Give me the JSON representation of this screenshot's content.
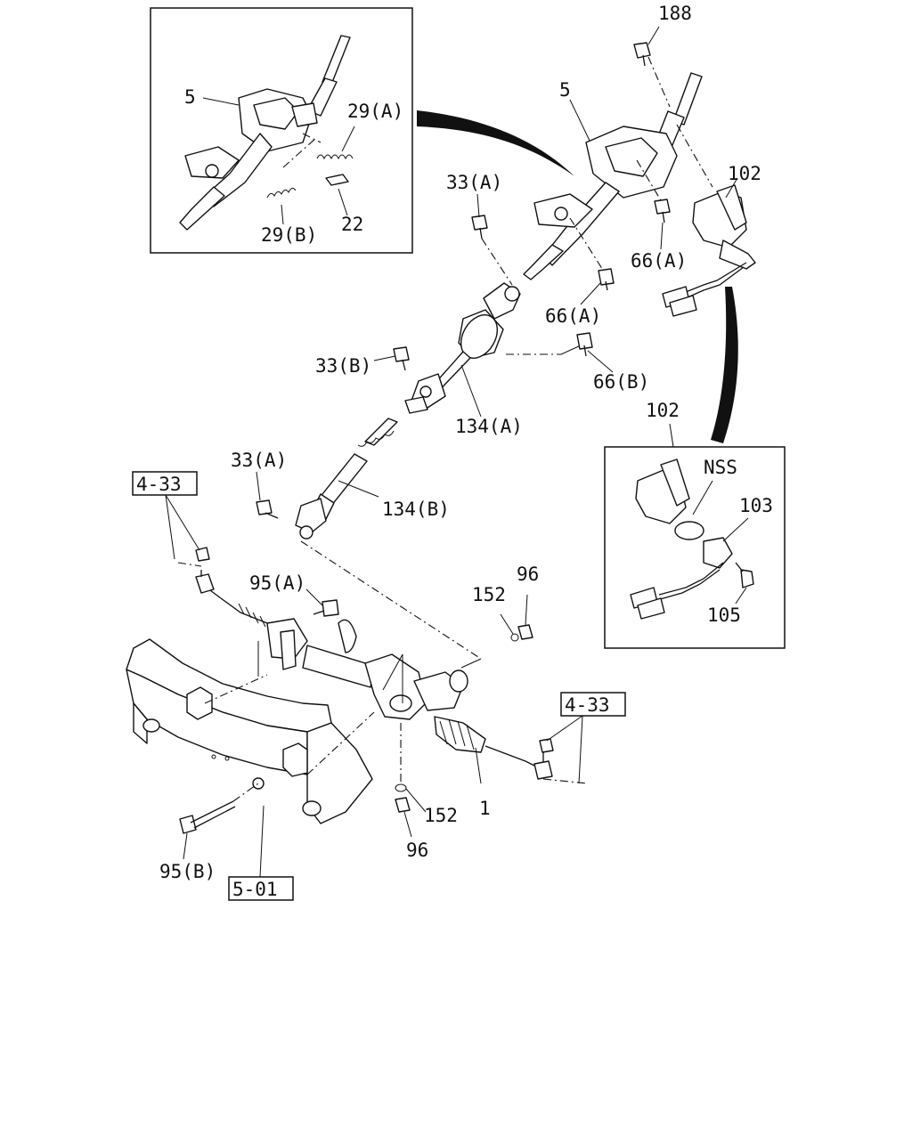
{
  "labels": {
    "inset_5": "5",
    "inset_29a": "29(A)",
    "inset_29b": "29(B)",
    "inset_22": "22",
    "l188": "188",
    "l5": "5",
    "l102_top": "102",
    "l33a_top": "33(A)",
    "l66a_right": "66(A)",
    "l66a_mid": "66(A)",
    "l33b": "33(B)",
    "l66b": "66(B)",
    "l134a": "134(A)",
    "l102_box": "102",
    "lNSS": "NSS",
    "l103": "103",
    "l105": "105",
    "l33a_low": "33(A)",
    "l134b": "134(B)",
    "l95a": "95(A)",
    "l152_top": "152",
    "l96_top": "96",
    "l152_low": "152",
    "l96_low": "96",
    "l1": "1",
    "l95b": "95(B)"
  },
  "refs": {
    "ref_4_33_left": "4-33",
    "ref_4_33_right": "4-33",
    "ref_5_01": "5-01"
  }
}
